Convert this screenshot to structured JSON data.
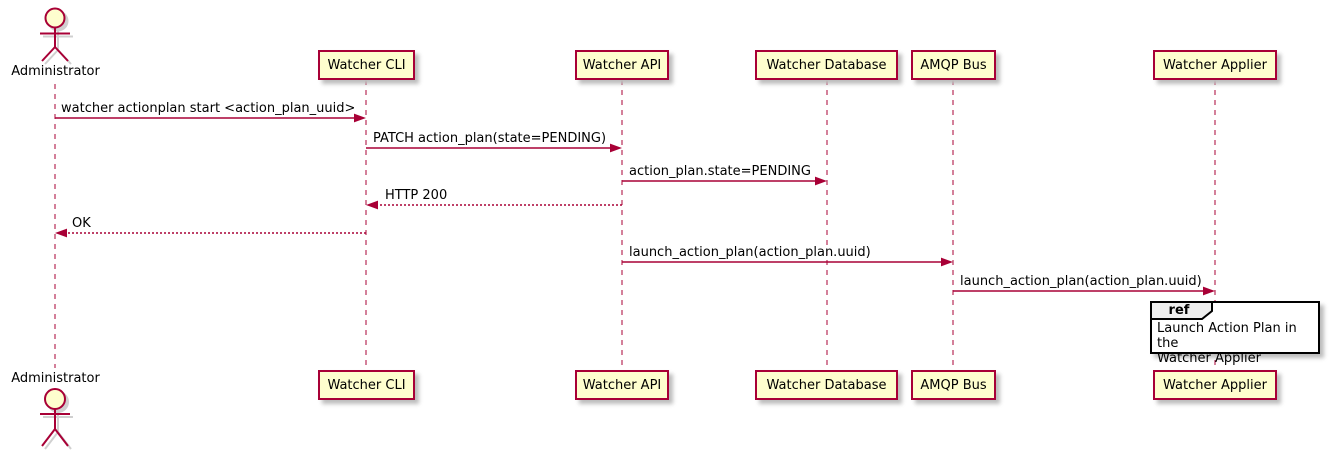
{
  "diagram": {
    "type": "sequence",
    "colors": {
      "participant_fill": "#FEFECE",
      "participant_border": "#A80036",
      "lifeline": "#A80036",
      "arrow": "#A80036",
      "text": "#000000",
      "ref_fill": "#FFFFFF",
      "ref_border": "#000000",
      "ref_tab_fill": "#EEEEEE"
    },
    "actor": {
      "name": "Administrator"
    },
    "participants": [
      {
        "name": "Watcher CLI"
      },
      {
        "name": "Watcher API"
      },
      {
        "name": "Watcher Database"
      },
      {
        "name": "AMQP Bus"
      },
      {
        "name": "Watcher Applier"
      }
    ],
    "messages": [
      {
        "from": "Administrator",
        "to": "Watcher CLI",
        "text": "watcher actionplan start <action_plan_uuid>",
        "style": "solid"
      },
      {
        "from": "Watcher CLI",
        "to": "Watcher API",
        "text": "PATCH action_plan(state=PENDING)",
        "style": "solid"
      },
      {
        "from": "Watcher API",
        "to": "Watcher Database",
        "text": "action_plan.state=PENDING",
        "style": "solid"
      },
      {
        "from": "Watcher API",
        "to": "Watcher CLI",
        "text": "HTTP 200",
        "style": "dashed"
      },
      {
        "from": "Watcher CLI",
        "to": "Administrator",
        "text": "OK",
        "style": "dashed"
      },
      {
        "from": "Watcher API",
        "to": "AMQP Bus",
        "text": "launch_action_plan(action_plan.uuid)",
        "style": "solid"
      },
      {
        "from": "AMQP Bus",
        "to": "Watcher Applier",
        "text": "launch_action_plan(action_plan.uuid)",
        "style": "solid"
      }
    ],
    "ref": {
      "keyword": "ref",
      "over": "Watcher Applier",
      "text": "Launch Action Plan in the\nWatcher Applier"
    }
  }
}
